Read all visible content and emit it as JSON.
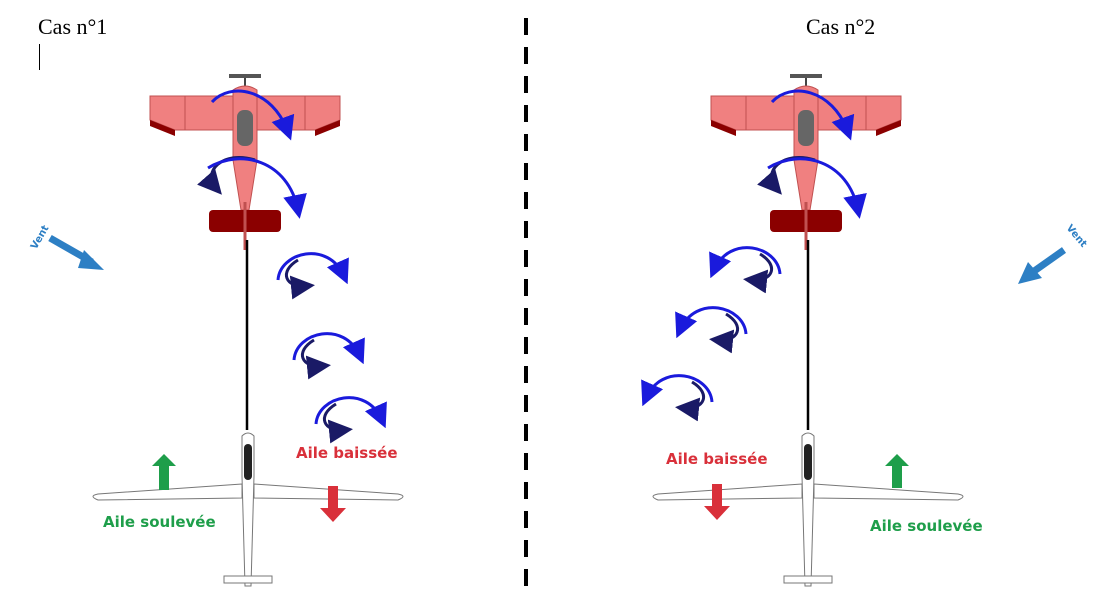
{
  "cases": [
    {
      "title": "Cas n°1",
      "wind_label": "Vent",
      "lowered_wing_label": "Aile baissée",
      "raised_wing_label": "Aile soulevée"
    },
    {
      "title": "Cas n°2",
      "wind_label": "Vent",
      "lowered_wing_label": "Aile baissée",
      "raised_wing_label": "Aile soulevée"
    }
  ],
  "colors": {
    "tow_plane_body": "#f08080",
    "tow_plane_dark": "#8b0000",
    "vortex_blue": "#1a1adc",
    "vortex_dark": "#1a1a66",
    "wind_arrow": "#2d7fc4",
    "lowered_wing": "#d9303a",
    "raised_wing": "#1e9e4a",
    "separator": "#000000"
  }
}
